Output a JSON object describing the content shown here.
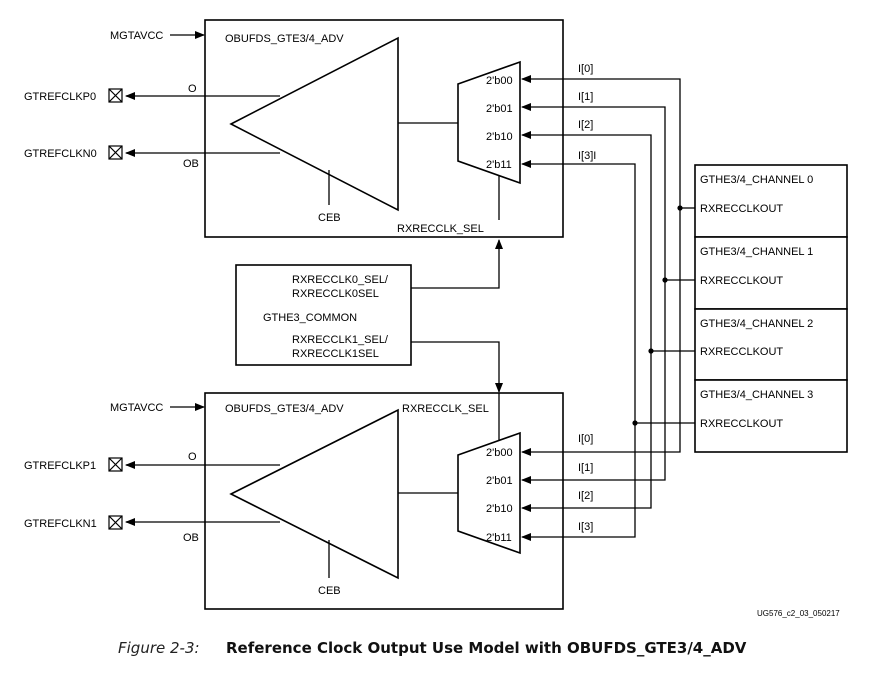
{
  "top_block": {
    "supply": "MGTAVCC",
    "name": "OBUFDS_GTE3/4_ADV",
    "pad_p": "GTREFCLKP0",
    "pad_n": "GTREFCLKN0",
    "out_o": "O",
    "out_ob": "OB",
    "ceb": "CEB",
    "sel": "RXRECCLK_SEL",
    "mux_inputs": [
      "2'b00",
      "2'b01",
      "2'b10",
      "2'b11"
    ],
    "index_labels": [
      "I[0]",
      "I[1]",
      "I[2]",
      "I[3]I"
    ]
  },
  "bottom_block": {
    "supply": "MGTAVCC",
    "name": "OBUFDS_GTE3/4_ADV",
    "pad_p": "GTREFCLKP1",
    "pad_n": "GTREFCLKN1",
    "out_o": "O",
    "out_ob": "OB",
    "ceb": "CEB",
    "sel": "RXRECCLK_SEL",
    "mux_inputs": [
      "2'b00",
      "2'b01",
      "2'b10",
      "2'b11"
    ],
    "index_labels": [
      "I[0]",
      "I[1]",
      "I[2]",
      "I[3]"
    ]
  },
  "common": {
    "sel0_line1": "RXRECCLK0_SEL/",
    "sel0_line2": "RXRECCLK0SEL",
    "name": "GTHE3_COMMON",
    "sel1_line1": "RXRECCLK1_SEL/",
    "sel1_line2": "RXRECCLK1SEL"
  },
  "channels": [
    {
      "name": "GTHE3/4_CHANNEL 0",
      "port": "RXRECCLKOUT"
    },
    {
      "name": "GTHE3/4_CHANNEL 1",
      "port": "RXRECCLKOUT"
    },
    {
      "name": "GTHE3/4_CHANNEL 2",
      "port": "RXRECCLKOUT"
    },
    {
      "name": "GTHE3/4_CHANNEL 3",
      "port": "RXRECCLKOUT"
    }
  ],
  "figure_id": "UG576_c2_03_050217",
  "caption": {
    "label": "Figure 2-3:",
    "title": "Reference Clock Output Use Model with OBUFDS_GTE3/4_ADV"
  }
}
